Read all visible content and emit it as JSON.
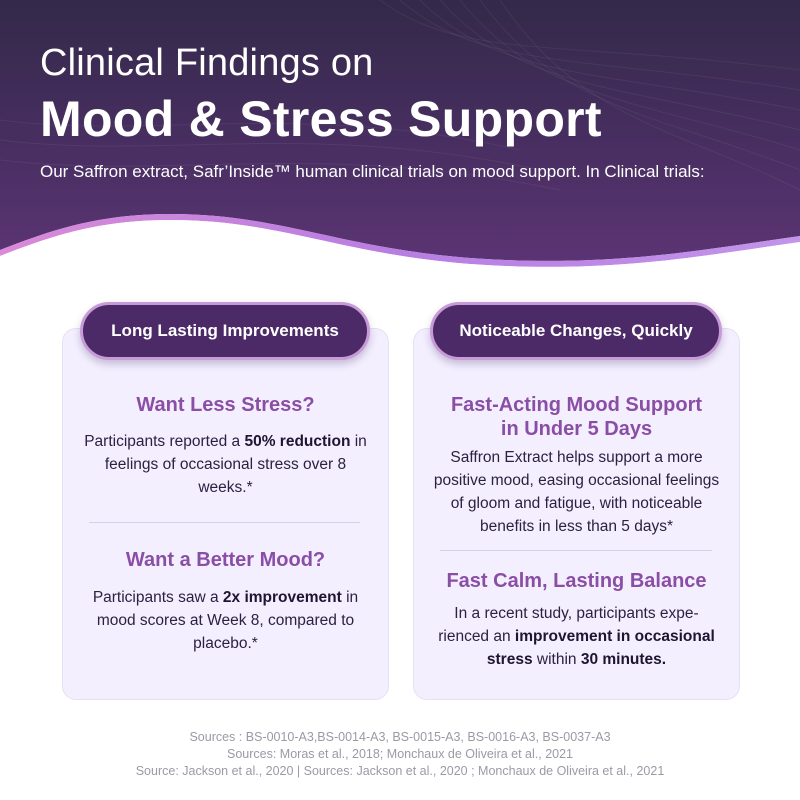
{
  "colors": {
    "hero_top": "#332949",
    "hero_bottom": "#5b3473",
    "accent_wave": "#c084e0",
    "pill_fill": "#4c2a68",
    "pill_border": "#c79bd6",
    "card_background": "#f3efff",
    "heading_text": "#8a4ea5",
    "body_text": "#2c2140",
    "source_text": "#9a9aa6"
  },
  "header": {
    "title_line1": "Clinical Findings on",
    "title_line2": "Mood & Stress Support",
    "intro": "Our Saffron extract, Safr’Inside™ human clinical trials on mood support. In Clinical trials:"
  },
  "cards": [
    {
      "pill": "Long Lasting Improvements",
      "sections": [
        {
          "heading": "Want Less Stress?",
          "body_1": "Participants reported a ",
          "body_bold_1": "50% reduction",
          "body_2": " in feelings of occasional stress over 8 weeks.*"
        },
        {
          "heading": "Want a Better Mood?",
          "body_1": "Participants saw a ",
          "body_bold_1": "2x improvement",
          "body_2": " in mood scores at Week 8, compared to placebo.*"
        }
      ]
    },
    {
      "pill": "Noticeable Changes, Quickly",
      "sections": [
        {
          "heading_line1": "Fast-Acting Mood Support",
          "heading_line2": "in Under 5 Days",
          "body": "Saffron Extract helps support a more positive mood, easing occasional feelings of gloom and fatigue, with noticeable benefits in less than 5 days*"
        },
        {
          "heading": "Fast Calm, Lasting Balance",
          "body_1": "In a recent study, participants expe-rienced an ",
          "body_bold_1": "improvement in occasional stress",
          "body_2": " within ",
          "body_bold_2": "30 minutes."
        }
      ]
    }
  ],
  "sources": {
    "line1": "Sources : BS-0010-A3,BS-0014-A3, BS-0015-A3, BS-0016-A3, BS-0037-A3",
    "line2": "Sources: Moras et al., 2018; Monchaux de Oliveira et al., 2021",
    "line3": "Source: Jackson et al., 2020  |  Sources: Jackson et al., 2020 ; Monchaux de Oliveira et al., 2021"
  }
}
